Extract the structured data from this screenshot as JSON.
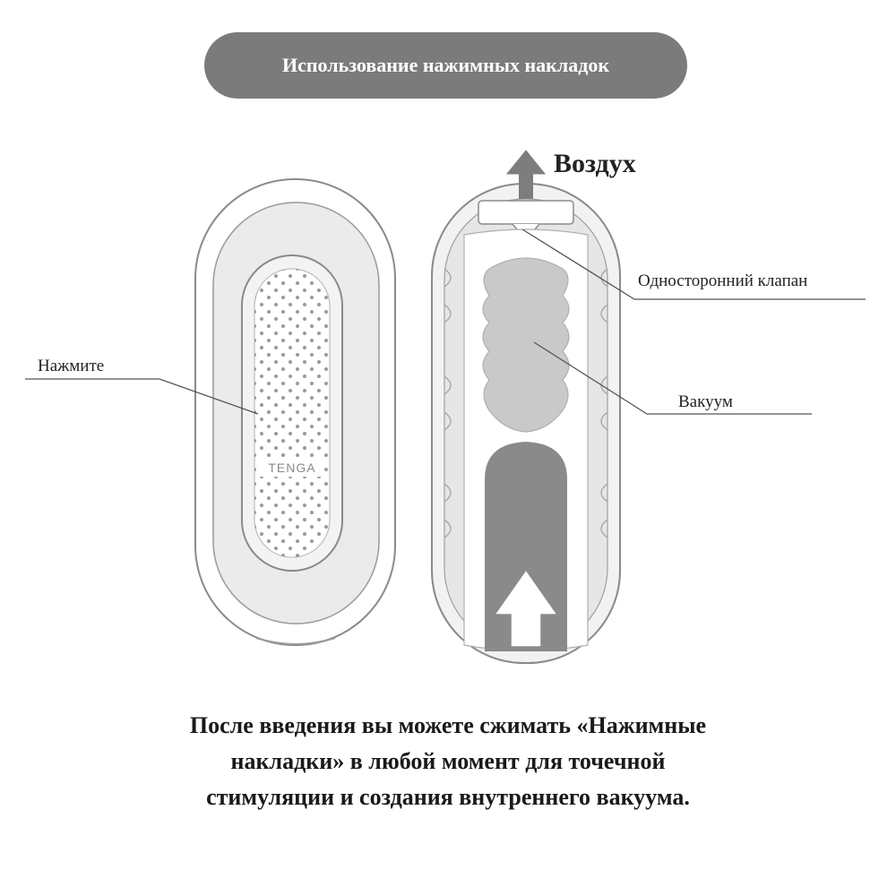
{
  "header": {
    "title": "Использование нажимных накладок"
  },
  "labels": {
    "air": "Воздух",
    "press": "Нажмите",
    "valve": "Односторонний клапан",
    "vacuum": "Вакуум"
  },
  "device": {
    "logo": "TENGA"
  },
  "caption": {
    "line1": "После введения вы можете сжимать «Нажимные",
    "line2": "накладки» в любой момент для точечной",
    "line3": "стимуляции и создания внутреннего вакуума."
  }
}
